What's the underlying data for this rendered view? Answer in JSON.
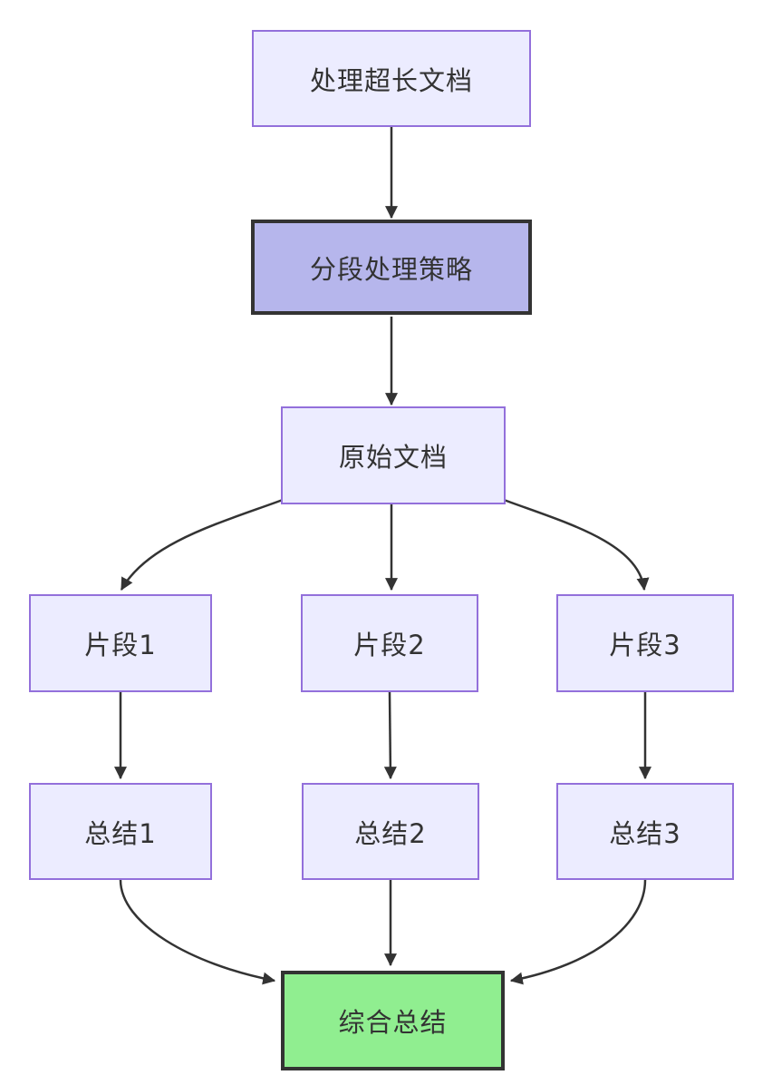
{
  "diagram": {
    "type": "flowchart-top-down",
    "background": "#ffffff",
    "colors": {
      "default_node_fill": "#ececff",
      "default_node_border": "#9370db",
      "strategy_node_fill": "#b6b6ec",
      "result_node_fill": "#90ee90",
      "emphasis_border": "#333333",
      "edge_color": "#333333",
      "text_color": "#333333"
    },
    "nodes": [
      {
        "id": "process-long-document",
        "label": "处理超长文档",
        "kind": "default"
      },
      {
        "id": "segmentation-strategy",
        "label": "分段处理策略",
        "kind": "emphasis-purple"
      },
      {
        "id": "original-document",
        "label": "原始文档",
        "kind": "default"
      },
      {
        "id": "fragment-1",
        "label": "片段1",
        "kind": "default"
      },
      {
        "id": "fragment-2",
        "label": "片段2",
        "kind": "default"
      },
      {
        "id": "fragment-3",
        "label": "片段3",
        "kind": "default"
      },
      {
        "id": "summary-1",
        "label": "总结1",
        "kind": "default"
      },
      {
        "id": "summary-2",
        "label": "总结2",
        "kind": "default"
      },
      {
        "id": "summary-3",
        "label": "总结3",
        "kind": "default"
      },
      {
        "id": "final-summary",
        "label": "综合总结",
        "kind": "emphasis-green"
      }
    ],
    "edges": [
      {
        "from": "处理超长文档",
        "to": "分段处理策略"
      },
      {
        "from": "分段处理策略",
        "to": "原始文档"
      },
      {
        "from": "原始文档",
        "to": "片段1"
      },
      {
        "from": "原始文档",
        "to": "片段2"
      },
      {
        "from": "原始文档",
        "to": "片段3"
      },
      {
        "from": "片段1",
        "to": "总结1"
      },
      {
        "from": "片段2",
        "to": "总结2"
      },
      {
        "from": "片段3",
        "to": "总结3"
      },
      {
        "from": "总结1",
        "to": "综合总结"
      },
      {
        "from": "总结2",
        "to": "综合总结"
      },
      {
        "from": "总结3",
        "to": "综合总结"
      }
    ]
  }
}
